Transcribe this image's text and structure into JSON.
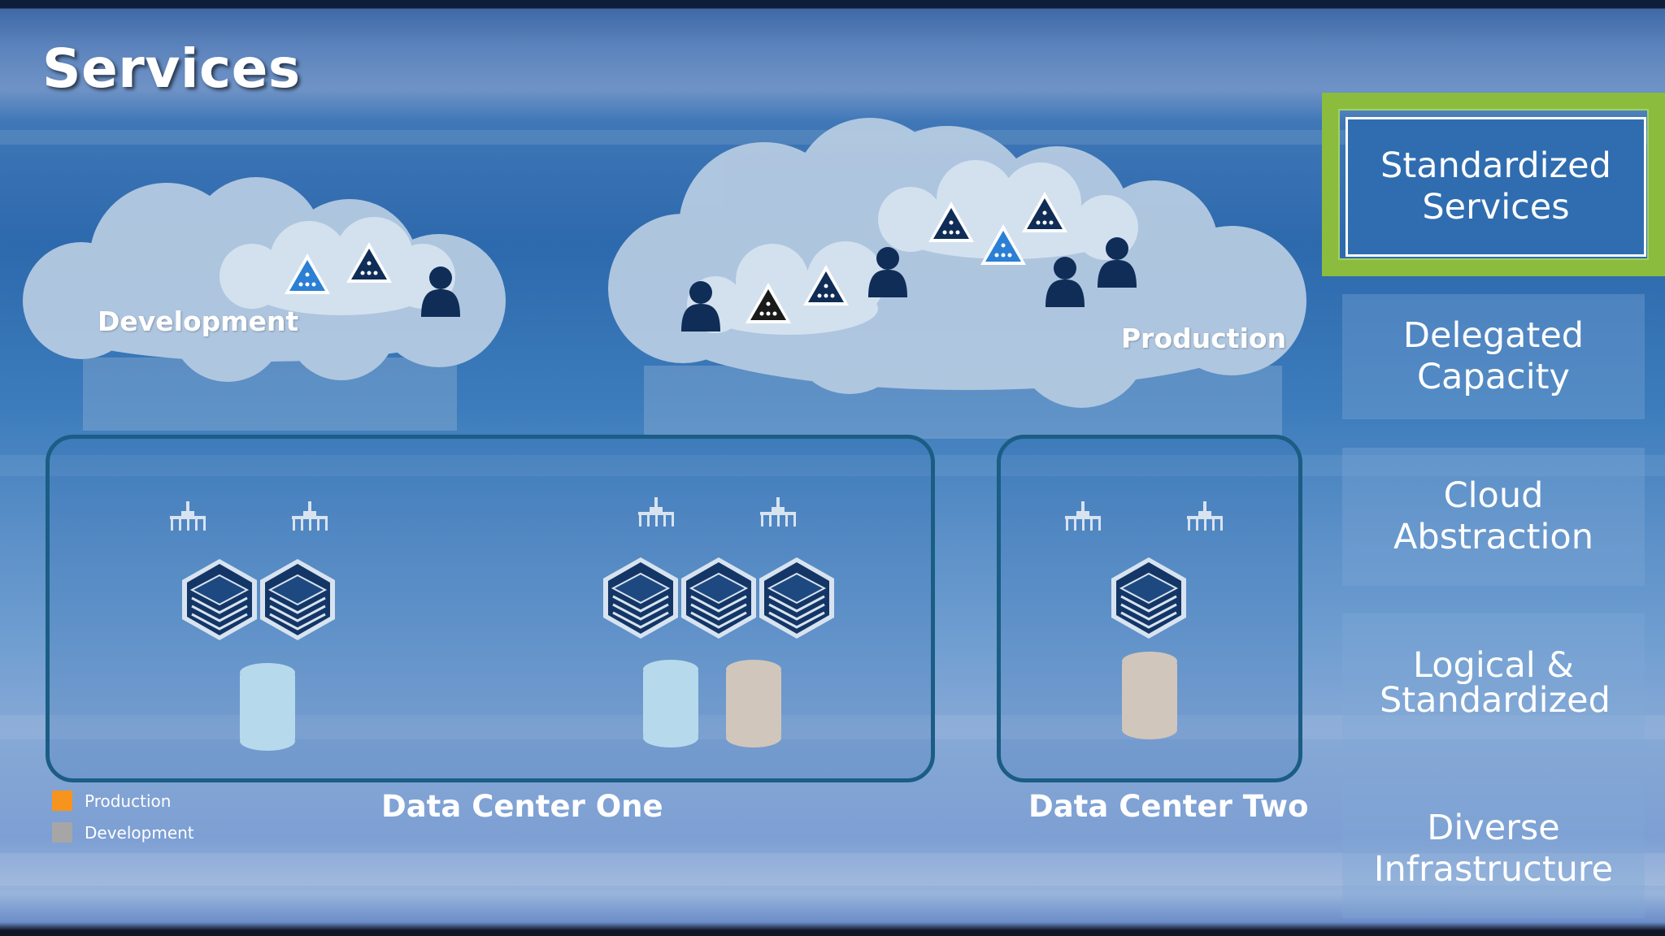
{
  "title": "Services",
  "clouds": {
    "development_label": "Development",
    "production_label": "Production"
  },
  "datacenters": {
    "one_label": "Data Center One",
    "two_label": "Data Center Two"
  },
  "legend": [
    {
      "label": "Production",
      "color": "#f7941d"
    },
    {
      "label": "Development",
      "color": "#a6a6a6"
    }
  ],
  "panels": [
    {
      "label": "Standardized Services",
      "active": true
    },
    {
      "label": "Delegated Capacity",
      "active": false
    },
    {
      "label": "Cloud Abstraction",
      "active": false
    },
    {
      "label": "Logical & Standardized",
      "active": false
    },
    {
      "label": "Diverse Infrastructure",
      "active": false
    }
  ],
  "colors": {
    "accent_frame": "#8bbc3d",
    "server_dark": "#0f2d57",
    "db_development": "#d6f3fb",
    "db_production": "#f7dcc0",
    "dc_border": "#1b5d84"
  },
  "icons": [
    "network-switch-icon",
    "server-stack-icon",
    "database-icon",
    "service-triangle-icon",
    "user-icon"
  ]
}
